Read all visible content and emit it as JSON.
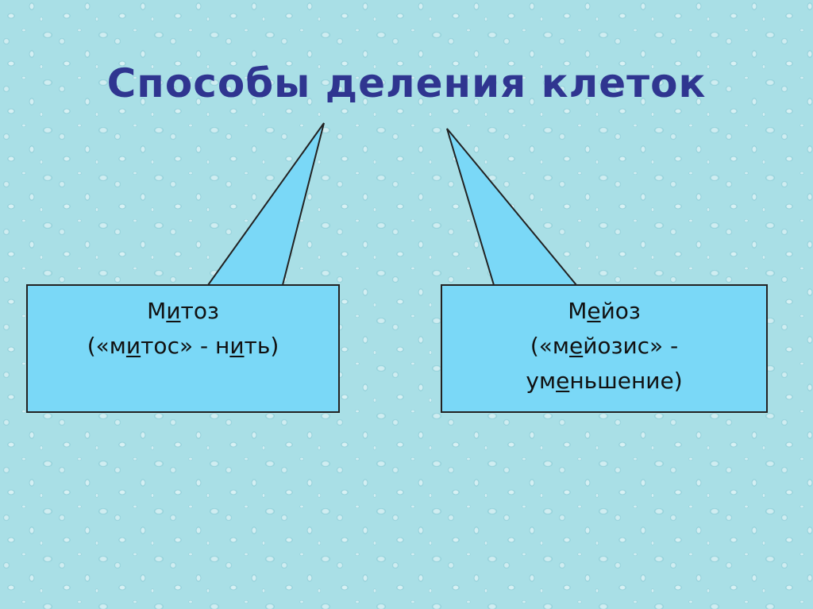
{
  "title": "Способы деления клеток",
  "colors": {
    "title": "#2f3590",
    "box_fill": "#7ad8f7",
    "box_border": "#222222",
    "background": "#a9dfe6"
  },
  "mitosis": {
    "name_pre": "М",
    "name_stress": "и",
    "name_post": "тоз",
    "etym_open": "(«м",
    "etym_stress": "и",
    "etym_mid": "тос» - н",
    "etym_stress2": "и",
    "etym_close": "ть)"
  },
  "meiosis": {
    "name_pre": "М",
    "name_stress": "е",
    "name_post": "йоз",
    "etym_open": "(«м",
    "etym_stress": "е",
    "etym_close": "йозис» -",
    "meaning_pre": "ум",
    "meaning_stress": "е",
    "meaning_post": "ньшение)"
  }
}
